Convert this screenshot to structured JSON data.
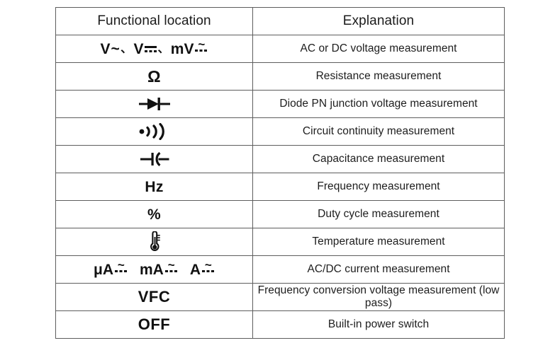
{
  "table": {
    "headers": {
      "functional_location": "Functional location",
      "explanation": "Explanation"
    },
    "rows": [
      {
        "symbol_kind": "voltage-group",
        "symbol_text": "V~、 V⎓、 mV≂",
        "parts": [
          {
            "unit": "V",
            "mode": "ac"
          },
          {
            "unit": "V",
            "mode": "dc"
          },
          {
            "unit": "mV",
            "mode": "acdc"
          }
        ],
        "separator": "、",
        "explanation": "AC or DC voltage measurement"
      },
      {
        "symbol_kind": "ohm",
        "symbol_text": "Ω",
        "explanation": "Resistance measurement"
      },
      {
        "symbol_kind": "diode",
        "symbol_text": "▶|",
        "explanation": "Diode PN junction voltage measurement"
      },
      {
        "symbol_kind": "continuity",
        "symbol_text": "•))) ",
        "explanation": "Circuit continuity measurement"
      },
      {
        "symbol_kind": "capacitance",
        "symbol_text": "⊣⊢",
        "explanation": "Capacitance measurement"
      },
      {
        "symbol_kind": "text",
        "symbol_text": "Hz",
        "explanation": "Frequency measurement"
      },
      {
        "symbol_kind": "text",
        "symbol_text": "%",
        "explanation": "Duty cycle measurement"
      },
      {
        "symbol_kind": "thermometer",
        "symbol_text": "🌡",
        "explanation": "Temperature measurement"
      },
      {
        "symbol_kind": "current-group",
        "symbol_text": "μA≂  mA≂  A≂",
        "parts": [
          {
            "unit": "μA",
            "mode": "acdc"
          },
          {
            "unit": "mA",
            "mode": "acdc"
          },
          {
            "unit": "A",
            "mode": "acdc"
          }
        ],
        "explanation": "AC/DC current measurement"
      },
      {
        "symbol_kind": "text",
        "symbol_text": "VFC",
        "explanation": "Frequency conversion voltage measurement (low pass)"
      },
      {
        "symbol_kind": "text",
        "symbol_text": "OFF",
        "explanation": "Built-in power switch"
      }
    ]
  },
  "colors": {
    "border": "#5d5d5d",
    "text": "#1d1d1d",
    "background": "#ffffff"
  }
}
